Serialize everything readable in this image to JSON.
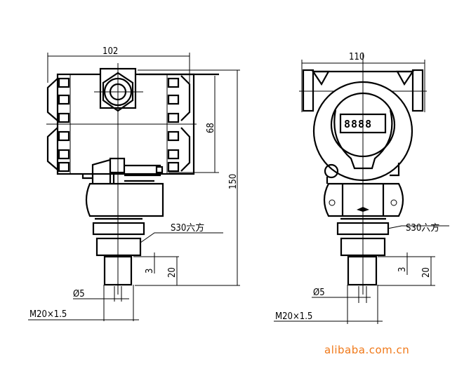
{
  "front_view": {
    "width_dim": "102",
    "housing_height_dim": "68",
    "total_height_dim": "150",
    "hex_label": "S30六方",
    "thread_relief_dim": "3",
    "thread_length_dim": "20",
    "bore_dim": "Ø5",
    "thread_label": "M20×1.5"
  },
  "side_view": {
    "width_dim": "110",
    "display_digits": "8888",
    "hex_label": "S30六方",
    "thread_relief_dim": "3",
    "thread_length_dim": "20",
    "bore_dim": "Ø5",
    "thread_label": "M20×1.5"
  },
  "watermark": "alibaba.com.cn",
  "colors": {
    "watermark": "#f07818",
    "lines": "#000000"
  }
}
